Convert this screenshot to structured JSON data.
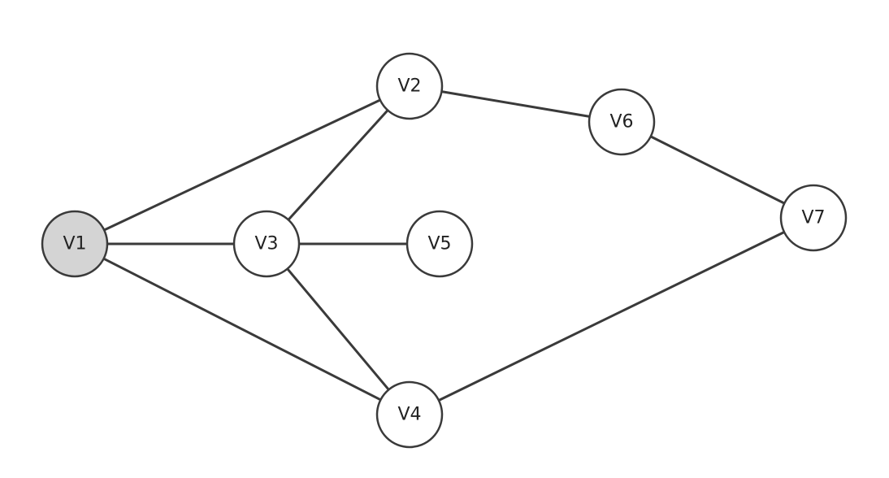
{
  "graph": {
    "nodes": [
      {
        "id": "V1",
        "label": "V1",
        "fill": "#d4d4d4",
        "highlighted": true
      },
      {
        "id": "V2",
        "label": "V2",
        "fill": "#ffffff",
        "highlighted": false
      },
      {
        "id": "V3",
        "label": "V3",
        "fill": "#ffffff",
        "highlighted": false
      },
      {
        "id": "V4",
        "label": "V4",
        "fill": "#ffffff",
        "highlighted": false
      },
      {
        "id": "V5",
        "label": "V5",
        "fill": "#ffffff",
        "highlighted": false
      },
      {
        "id": "V6",
        "label": "V6",
        "fill": "#ffffff",
        "highlighted": false
      },
      {
        "id": "V7",
        "label": "V7",
        "fill": "#ffffff",
        "highlighted": false
      }
    ],
    "edges": [
      {
        "from": "V1",
        "to": "V2"
      },
      {
        "from": "V1",
        "to": "V3"
      },
      {
        "from": "V1",
        "to": "V4"
      },
      {
        "from": "V2",
        "to": "V3"
      },
      {
        "from": "V2",
        "to": "V6"
      },
      {
        "from": "V3",
        "to": "V5"
      },
      {
        "from": "V3",
        "to": "V4"
      },
      {
        "from": "V6",
        "to": "V7"
      },
      {
        "from": "V4",
        "to": "V7"
      }
    ],
    "colors": {
      "stroke": "#3a3a3a",
      "label": "#222222",
      "background": "#ffffff"
    }
  }
}
